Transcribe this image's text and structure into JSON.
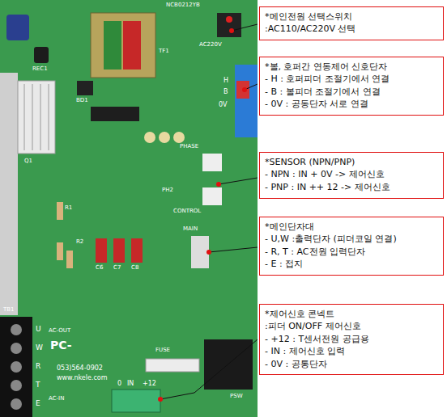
{
  "diagram": {
    "nodes": [
      {
        "text": [
          "*메인전원 선택스위치",
          ":AC110/AC220V 선택"
        ]
      },
      {
        "text": [
          "*볼, 호퍼간 연동제어 신호단자",
          "- H : 호퍼피더 조절기에서 연결",
          "- B : 볼피더 조절기에서 연결",
          "- 0V : 공동단자 서로 연결"
        ]
      },
      {
        "text": [
          "*SENSOR (NPN/PNP)",
          "- NPN : IN + 0V -> 제어신호",
          "- PNP : IN ++ 12 -> 제어신호"
        ]
      },
      {
        "text": [
          "*메인단자대",
          "- U,W :출력단자 (피더코일 연결)",
          "- R, T : AC전원 입력단자",
          "- E : 접지"
        ]
      },
      {
        "text": [
          "*제어신호 콘넥트",
          ":피더 ON/OFF 제어신호",
          "- +12 : T센서전원 공급용",
          "- IN : 제어신호 입력",
          "- 0V : 공통단자"
        ]
      }
    ],
    "labels": [
      "NCB0212YB",
      "TF1",
      "AC220V",
      "H",
      "B",
      "0V",
      "PHASE",
      "CONTROL",
      "MAIN",
      "FUSE",
      "PC-",
      "053)564-0902",
      "www.nkele.com",
      "TB1",
      "U",
      "W",
      "R",
      "T",
      "E",
      "AC-OUT",
      "AC-IN",
      "PSW",
      "0",
      "IN",
      "+12",
      "BD1",
      "REC1",
      "Q1",
      "R1",
      "R2",
      "C6",
      "C7",
      "C8",
      "PH2"
    ]
  }
}
